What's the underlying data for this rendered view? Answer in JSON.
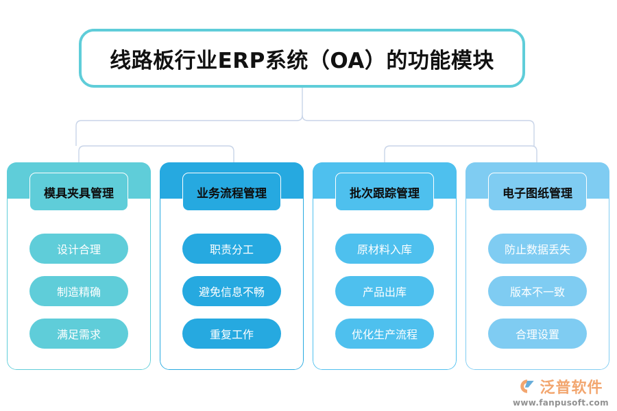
{
  "title": {
    "text": "线路板行业ERP系统（OA）的功能模块",
    "border_color": "#5FCDD9"
  },
  "columns": [
    {
      "header": "模具夹具管理",
      "color": "#5FCDD9",
      "items": [
        "设计合理",
        "制造精确",
        "满足需求"
      ]
    },
    {
      "header": "业务流程管理",
      "color": "#26A9E0",
      "items": [
        "职责分工",
        "避免信息不畅",
        "重复工作"
      ]
    },
    {
      "header": "批次跟踪管理",
      "color": "#4EC0EE",
      "items": [
        "原材料入库",
        "产品出库",
        "优化生产流程"
      ]
    },
    {
      "header": "电子图纸管理",
      "color": "#7FCCF2",
      "items": [
        "防止数据丢失",
        "版本不一致",
        "合理设置"
      ]
    }
  ],
  "connector": {
    "color": "#C8D4E8"
  },
  "watermark": {
    "brand": "泛普软件",
    "url": "www.fanpusoft.com",
    "brand_color": "#F2A268",
    "url_color": "#8C8C8C"
  }
}
